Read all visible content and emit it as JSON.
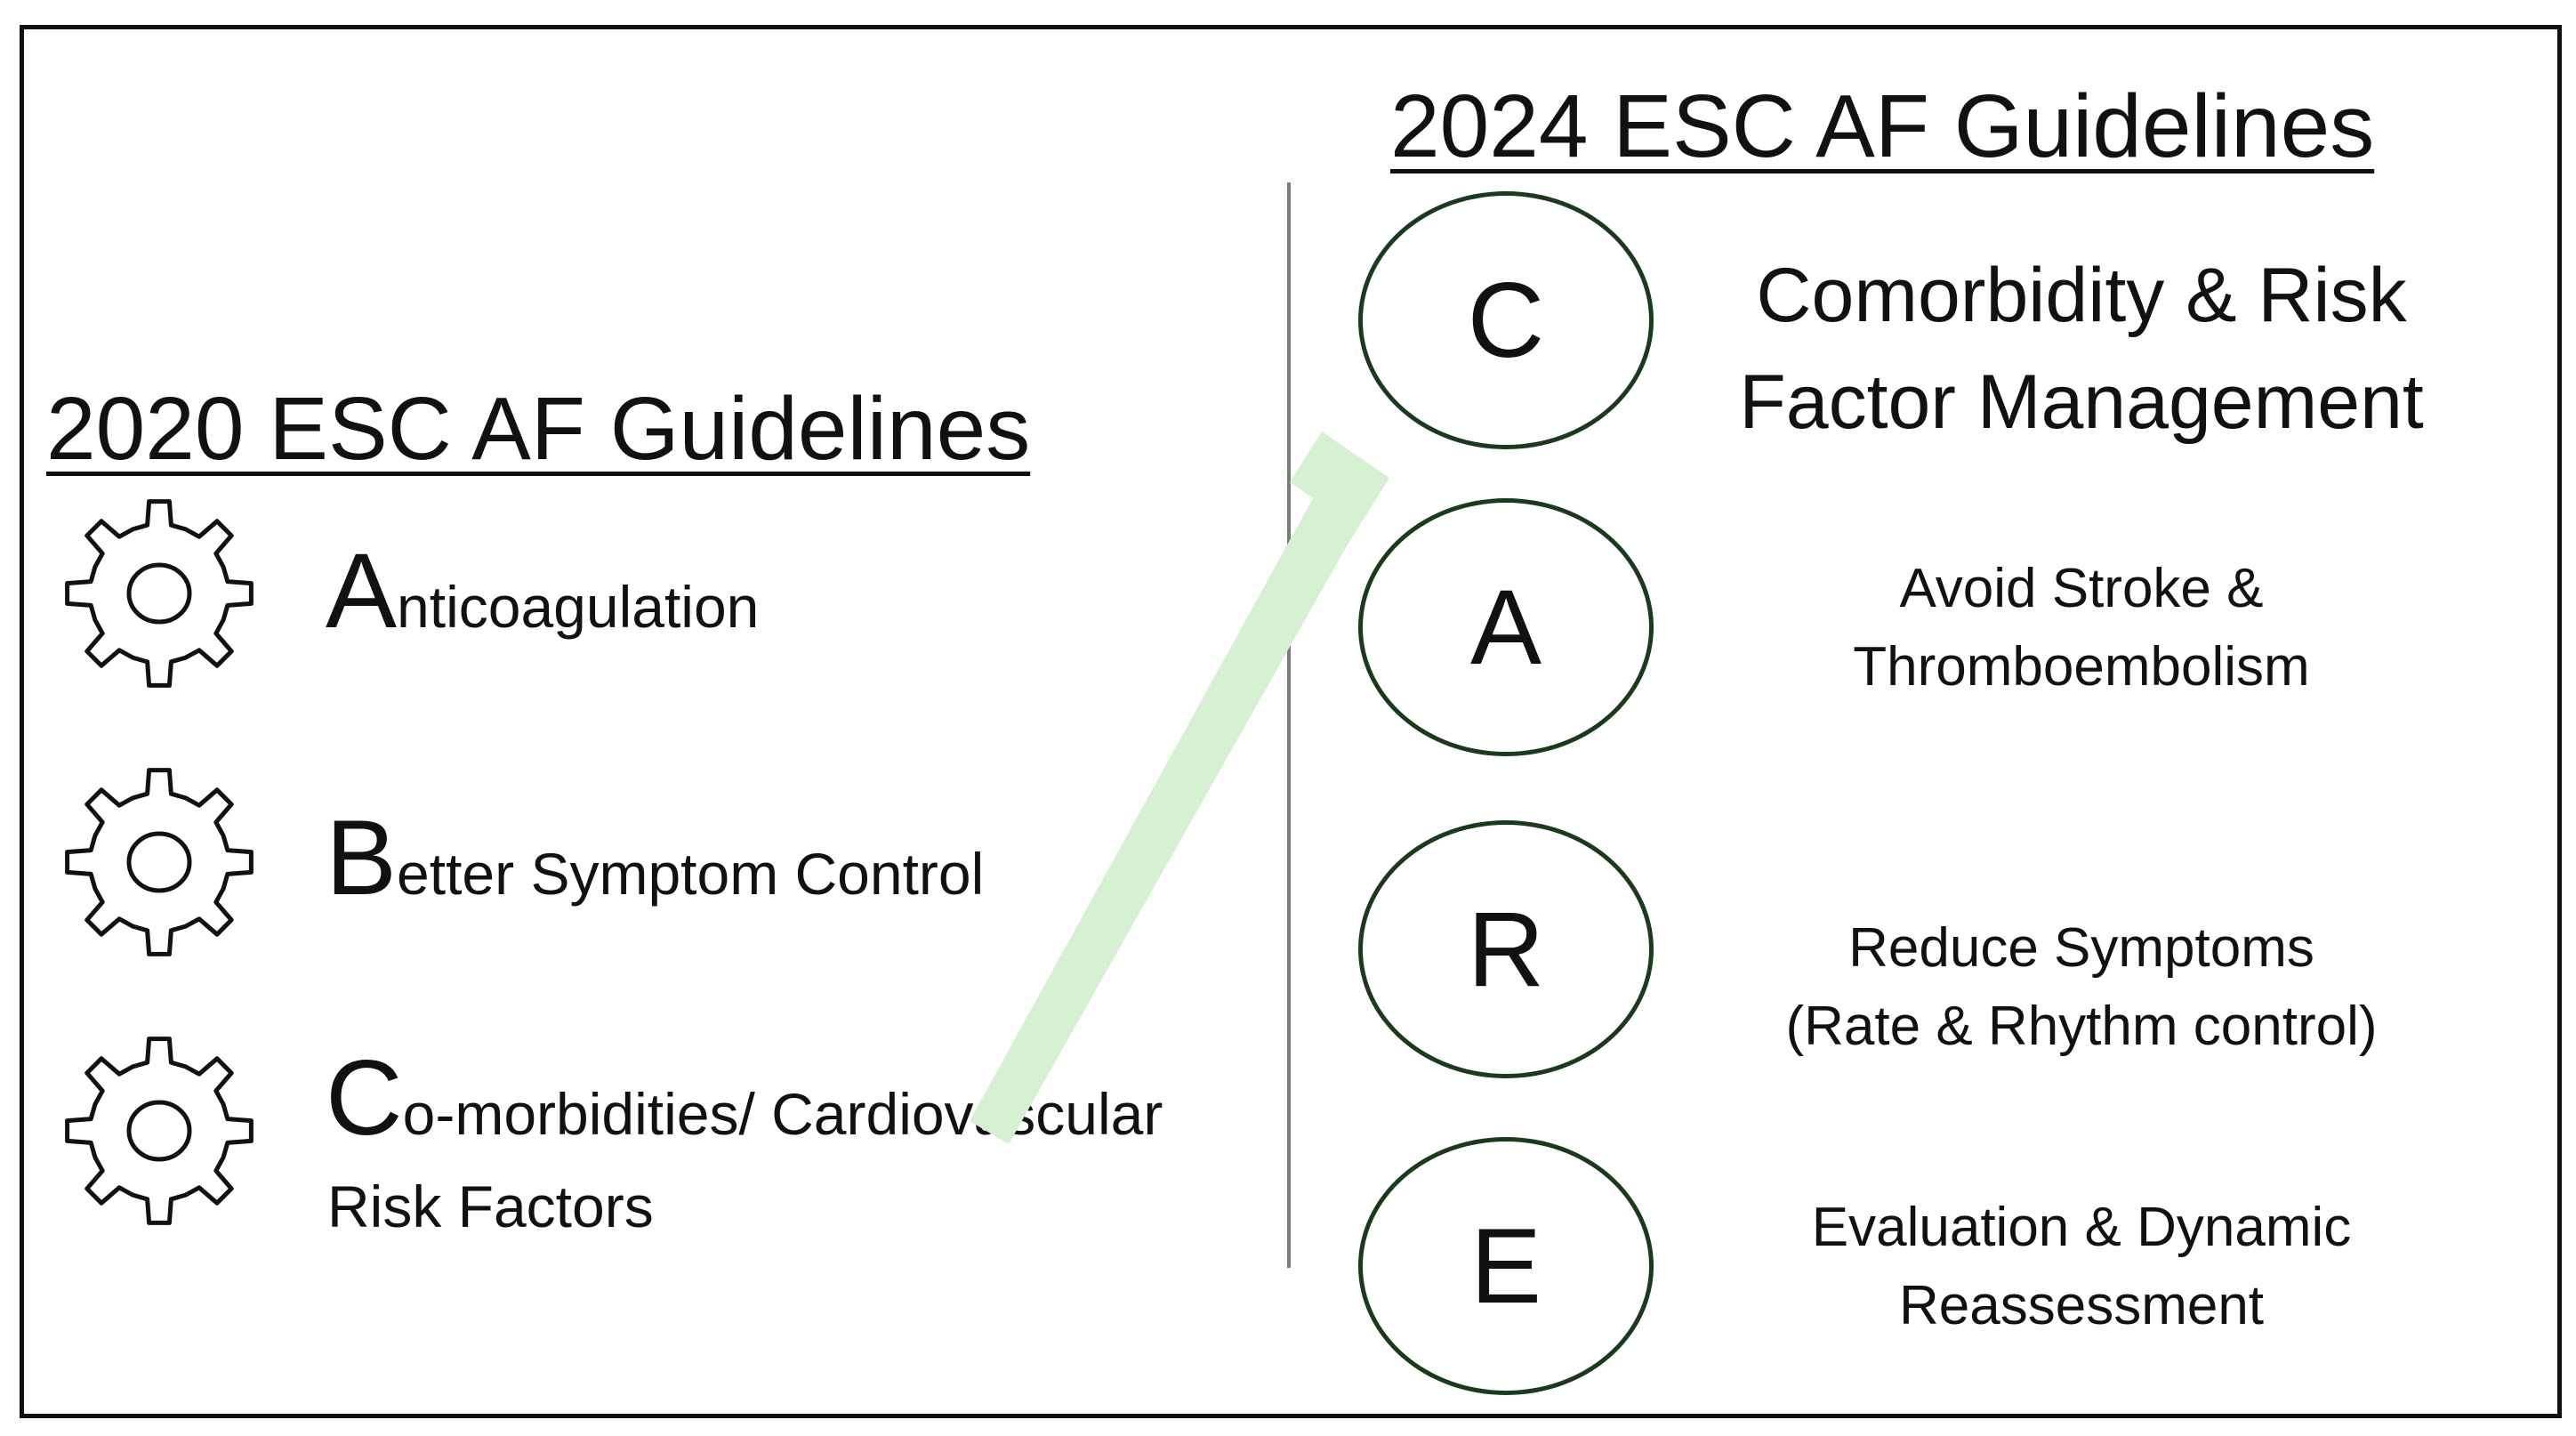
{
  "left": {
    "title": "2020 ESC AF Guidelines",
    "items": [
      {
        "initial": "A",
        "rest": "nticoagulation",
        "icon": "gear-icon"
      },
      {
        "initial": "B",
        "rest": "etter Symptom Control",
        "icon": "gear-icon"
      },
      {
        "initial": "C",
        "rest": "o-morbidities/ Cardiovascular",
        "line2": "Risk Factors",
        "icon": "gear-icon"
      }
    ]
  },
  "right": {
    "title": "2024 ESC AF Guidelines",
    "items": [
      {
        "letter": "C",
        "line1": "Comorbidity & Risk",
        "line2": "Factor Management"
      },
      {
        "letter": "A",
        "line1": "Avoid Stroke &",
        "line2": "Thromboembolism"
      },
      {
        "letter": "R",
        "line1": "Reduce Symptoms",
        "line2": "(Rate & Rhythm control)"
      },
      {
        "letter": "E",
        "line1": "Evaluation & Dynamic",
        "line2": "Reassessment"
      }
    ]
  },
  "colors": {
    "arrow": "#d6f0d2",
    "circle_border": "#1b3a1b",
    "divider": "#7a7a7a"
  }
}
